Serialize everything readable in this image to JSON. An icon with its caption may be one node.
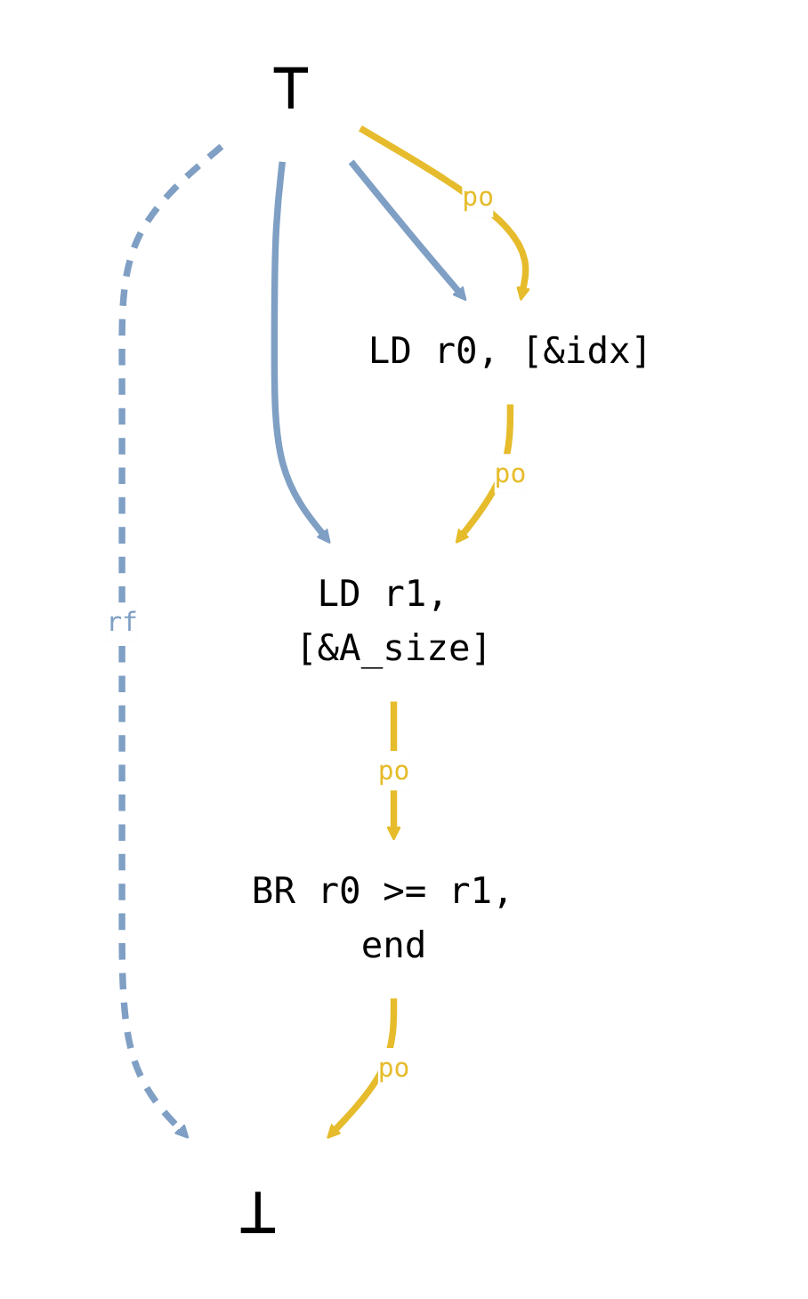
{
  "diagram": {
    "nodes": [
      {
        "text": [
          "⊤"
        ]
      },
      {
        "text": [
          "LD r0, [&idx]"
        ]
      },
      {
        "text": [
          "LD r1, [&A_size]"
        ]
      },
      {
        "text": [
          "BR r0 >= r1, end"
        ]
      },
      {
        "text": [
          "⊥"
        ]
      }
    ],
    "edges": [
      {
        "from": 0,
        "to": 1,
        "arrow": "to",
        "color": "#7f9fc4"
      },
      {
        "from": 0,
        "to": 2,
        "arrow": "to",
        "color": "#7f9fc4"
      },
      {
        "from": 0,
        "to": 4,
        "arrow": "to",
        "label": "rf",
        "style": "dashed",
        "color": "#7f9fc4"
      },
      {
        "from": 0,
        "to": 1,
        "arrow": "to",
        "label": "po"
      },
      {
        "from": 1,
        "to": 2,
        "arrow": "to",
        "label": "po"
      },
      {
        "from": 2,
        "to": 3,
        "arrow": "to",
        "label": "po"
      },
      {
        "from": 3,
        "to": 4,
        "arrow": "to",
        "label": "po"
      }
    ]
  }
}
